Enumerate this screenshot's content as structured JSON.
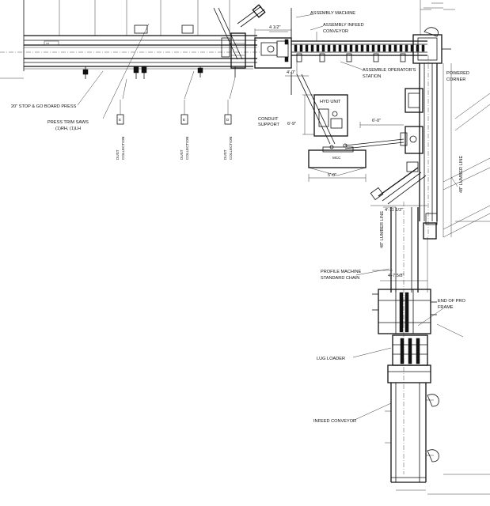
{
  "labels": {
    "assembly_machine": "ASSEMBLY MACHINE",
    "assembly_infeed_1": "ASSEMBLY INFEED",
    "assembly_infeed_2": "CONVEYOR",
    "dim_4_half": "4 1/2\"",
    "dim_4_0": "4'-0\"",
    "operator_1": "ASSEMBLE OPERATOR'S",
    "operator_2": "STATION",
    "powered_1": "POWERED",
    "powered_2": "CORNER",
    "stop_go": "20\" STOP & GO BOARD PRESS",
    "trim_saws_1": "PRESS TRIM SAWS",
    "trim_saws_2": "(1)RH, (1)LH",
    "dust_1": "DUST",
    "dust_2": "COLLECTION",
    "conduit_1": "CONDUIT",
    "conduit_2": "SUPPORT",
    "hyd_unit": "HYD UNIT",
    "dim_6_9": "6'-9\"",
    "dim_6_0": "6'-0\"",
    "mcc": "MCC",
    "dim_5_0": "5'-0\"",
    "lumber_line_right": "48\" LUMBER LINE",
    "lumber_line_left": "48\" LUMBER LINE",
    "dim_4_11": "4'-11 1/2\"",
    "profile_1": "PROFILE MACHINE",
    "profile_2": "STANDARD CHAIN",
    "dim_4_7": "4'-7 5/8\"",
    "end_of_1": "END OF PRO",
    "end_of_2": "FRAME",
    "lug_loader": "LUG LOADER",
    "infeed_conveyor": "INFEED CONVEYOR"
  },
  "colors": {
    "ink": "#111111",
    "paper": "#ffffff"
  }
}
